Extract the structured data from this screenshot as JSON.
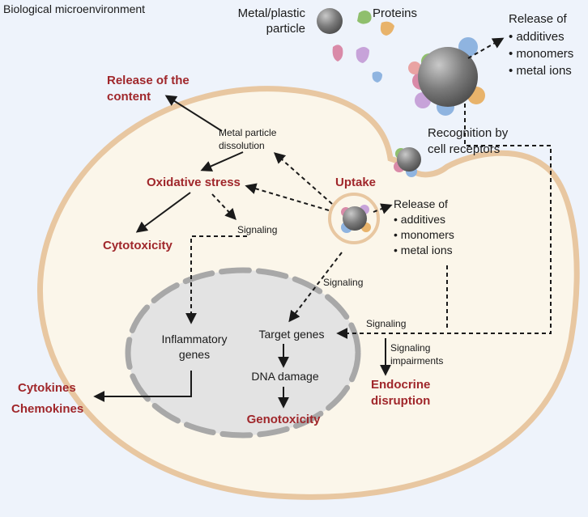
{
  "labels": {
    "environment": "Biological microenvironment",
    "particle_line1": "Metal/plastic",
    "particle_line2": "particle",
    "proteins": "Proteins",
    "release_outer": {
      "title": "Release of",
      "items": [
        "additives",
        "monomers",
        "metal ions"
      ]
    },
    "recognition_line1": "Recognition by",
    "recognition_line2": "cell receptors",
    "release_content_line1": "Release of the",
    "release_content_line2": "content",
    "dissolution_line1": "Metal particle",
    "dissolution_line2": "dissolution",
    "oxidative_stress": "Oxidative stress",
    "uptake": "Uptake",
    "release_inner": {
      "title": "Release of",
      "items": [
        "additives",
        "monomers",
        "metal ions"
      ]
    },
    "signaling_1": "Signaling",
    "cytotoxicity": "Cytotoxicity",
    "signaling_2": "Signaling",
    "signaling_3": "Signaling",
    "inflammatory_line1": "Inflammatory",
    "inflammatory_line2": "genes",
    "target_genes": "Target genes",
    "signaling_impairments_line1": "Signaling",
    "signaling_impairments_line2": "impairments",
    "dna_damage": "DNA damage",
    "endocrine_line1": "Endocrine",
    "endocrine_line2": "disruption",
    "genotoxicity": "Genotoxicity",
    "cytokines": "Cytokines",
    "chemokines": "Chemokines"
  },
  "colors": {
    "background": "#eef3fb",
    "cell_fill": "#fbf6ea",
    "cell_border": "#e8c7a1",
    "nucleus_fill": "#e3e3e3",
    "nucleus_border": "#a8a8a8",
    "red_text": "#a0272b",
    "particle": "#7b7b7b"
  }
}
